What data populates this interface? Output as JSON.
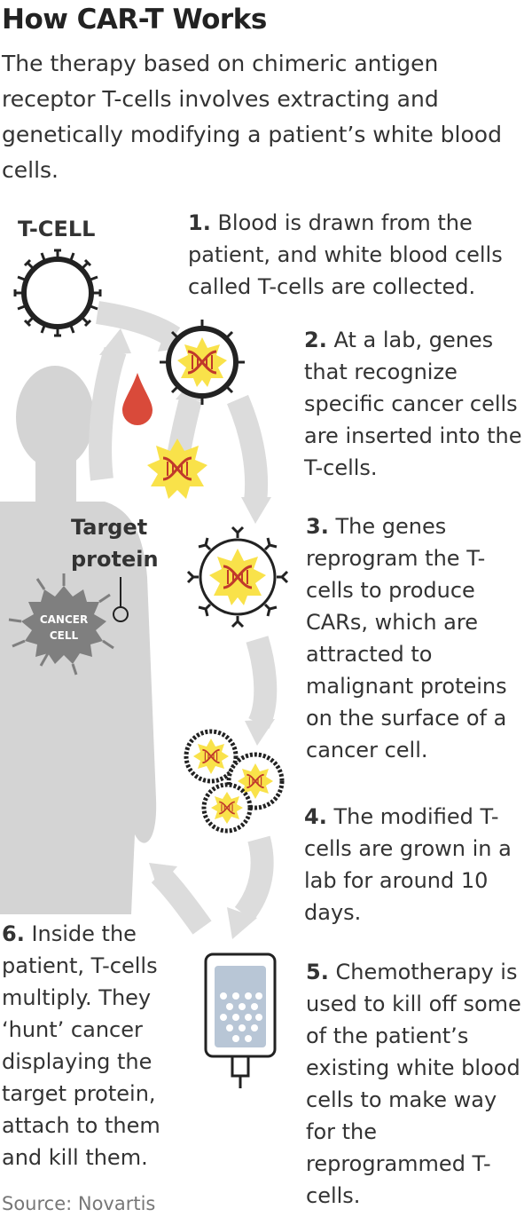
{
  "title": "How CAR-T Works",
  "subtitle": "The therapy based on chimeric antigen receptor T-cells involves extracting and genetically modifying a patient’s white blood cells.",
  "labels": {
    "tcell": "T-CELL",
    "target_protein_line1": "Target",
    "target_protein_line2": "protein",
    "cancer_line1": "CANCER",
    "cancer_line2": "CELL"
  },
  "steps": [
    {
      "num": "1.",
      "text": "Blood is drawn from the patient, and white blood cells called T-cells are collected."
    },
    {
      "num": "2.",
      "text": "At a lab, genes that recognize specific cancer cells are inserted into the T-cells."
    },
    {
      "num": "3.",
      "text": "The genes reprogram the T-cells to produce CARs, which are attracted to malignant proteins on the surface of a cancer cell."
    },
    {
      "num": "4.",
      "text": "The modified T-cells are grown in a lab for around 10 days."
    },
    {
      "num": "5.",
      "text": "Chemotherapy is used to kill off some of the patient’s existing white blood cells to make way for the reprogrammed T-cells."
    },
    {
      "num": "6.",
      "text": "Inside the patient, T-cells multiply. They ‘hunt’ cancer displaying the target protein, attach to them and kill them."
    }
  ],
  "source": "Source: Novartis",
  "colors": {
    "body": "#d4d4d4",
    "arrow": "#dcdcdc",
    "blood": "#d94a3a",
    "gene_burst": "#f9e24a",
    "dna": "#c0392b",
    "cancer": "#7f7f7f",
    "iv_bag": "#b8c6d6"
  }
}
